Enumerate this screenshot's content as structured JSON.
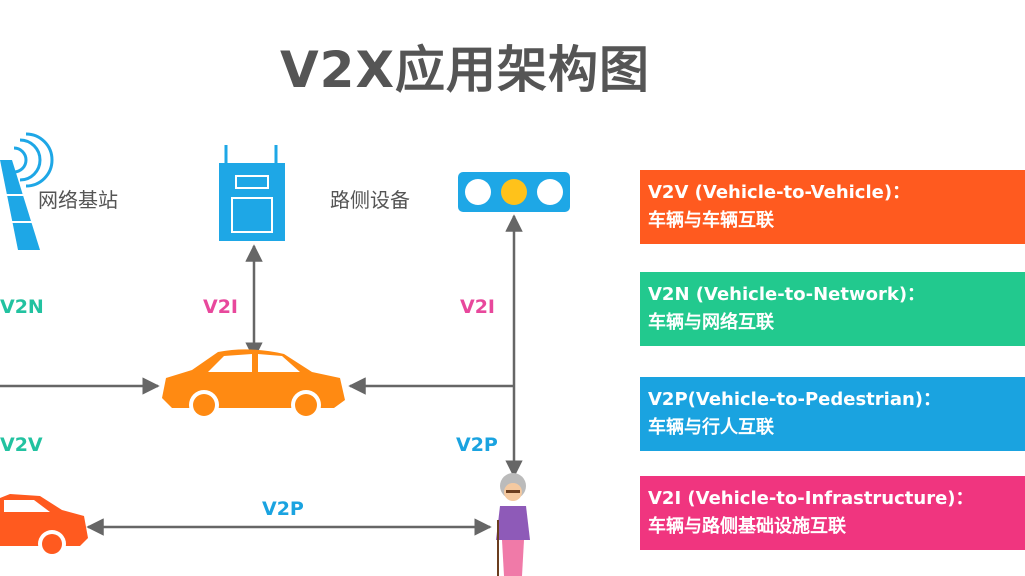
{
  "title": "V2X应用架构图",
  "nodes": {
    "base_station": "网络基站",
    "roadside": "路侧设备"
  },
  "links": {
    "v2n": "V2N",
    "v2i_left": "V2I",
    "v2i_right": "V2I",
    "v2v": "V2V",
    "v2p_vertical": "V2P",
    "v2p_horizontal": "V2P"
  },
  "legend": [
    {
      "line1": "V2V (Vehicle-to-Vehicle)：",
      "line2": "车辆与车辆互联",
      "color": "#ff5a1f"
    },
    {
      "line1": "V2N (Vehicle-to-Network)：",
      "line2": "车辆与网络互联",
      "color": "#22c98e"
    },
    {
      "line1": "V2P(Vehicle-to-Pedestrian)：",
      "line2": "车辆与行人互联",
      "color": "#1aa3e0"
    },
    {
      "line1": "V2I (Vehicle-to-Infrastructure)：",
      "line2": "车辆与路侧基础设施互联",
      "color": "#f0357f"
    }
  ],
  "colors": {
    "car": "#ff8a12",
    "device": "#1ea7e6",
    "arrow": "#666666",
    "v2n": "#22c2a0",
    "v2i": "#e8489c",
    "v2v": "#22c2a0",
    "v2p": "#1aa3e0"
  }
}
